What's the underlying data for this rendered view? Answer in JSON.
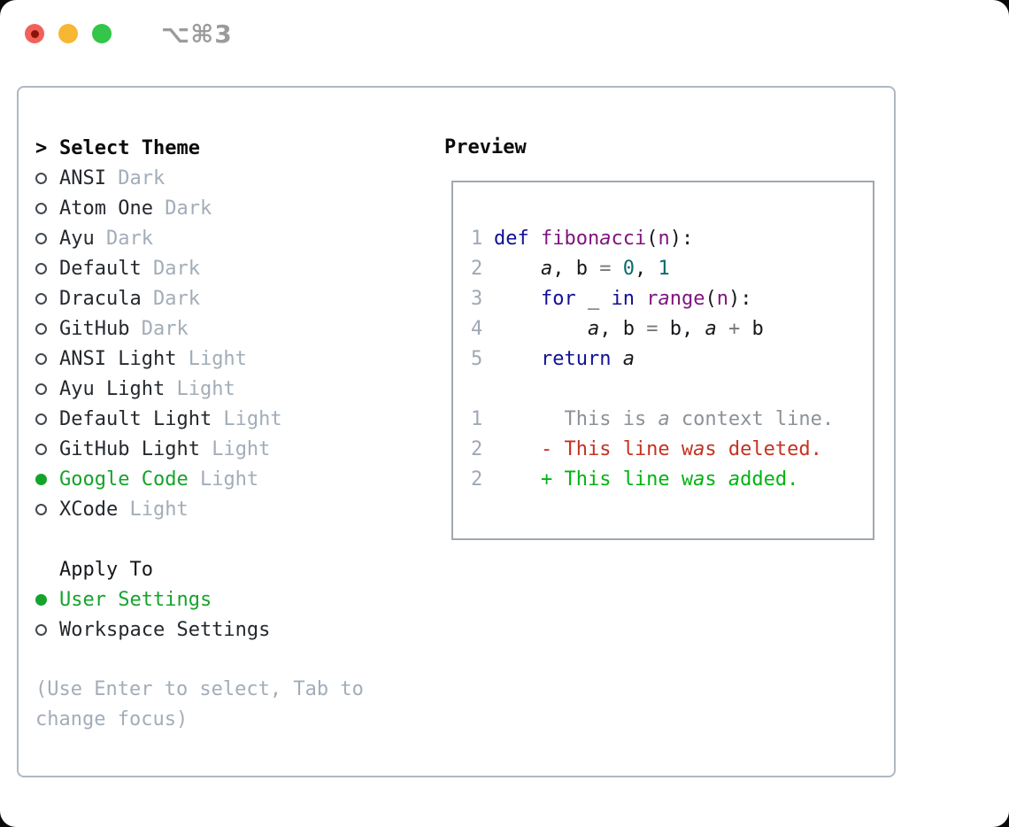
{
  "window": {
    "title": "⌥⌘3",
    "traffic_lights": [
      "close",
      "minimize",
      "zoom"
    ]
  },
  "panel": {
    "select_theme": {
      "cursor": ">",
      "label": "Select Theme"
    },
    "themes": [
      {
        "name": "ANSI",
        "variant": "Dark",
        "selected": false
      },
      {
        "name": "Atom One",
        "variant": "Dark",
        "selected": false
      },
      {
        "name": "Ayu",
        "variant": "Dark",
        "selected": false
      },
      {
        "name": "Default",
        "variant": "Dark",
        "selected": false
      },
      {
        "name": "Dracula",
        "variant": "Dark",
        "selected": false
      },
      {
        "name": "GitHub",
        "variant": "Dark",
        "selected": false
      },
      {
        "name": "ANSI Light",
        "variant": "Light",
        "selected": false
      },
      {
        "name": "Ayu Light",
        "variant": "Light",
        "selected": false
      },
      {
        "name": "Default Light",
        "variant": "Light",
        "selected": false
      },
      {
        "name": "GitHub Light",
        "variant": "Light",
        "selected": false
      },
      {
        "name": "Google Code",
        "variant": "Light",
        "selected": true
      },
      {
        "name": "XCode",
        "variant": "Light",
        "selected": false
      }
    ],
    "apply_to": {
      "label": "Apply To",
      "options": [
        {
          "label": "User Settings",
          "selected": true
        },
        {
          "label": "Workspace Settings",
          "selected": false
        }
      ]
    },
    "hint_lines": [
      "(Use Enter to select, Tab to",
      "change focus)"
    ]
  },
  "preview": {
    "label": "Preview",
    "lines": [
      {
        "num": "1",
        "tokens": [
          [
            "def ",
            "kw"
          ],
          [
            "fibonacci",
            "fn"
          ],
          [
            "(",
            "pln"
          ],
          [
            "n",
            "fn"
          ],
          [
            "):",
            "pln"
          ]
        ]
      },
      {
        "num": "2",
        "tokens": [
          [
            "    a, b ",
            "pln"
          ],
          [
            "= ",
            "op"
          ],
          [
            "0",
            "lit"
          ],
          [
            ", ",
            "pln"
          ],
          [
            "1",
            "lit"
          ]
        ]
      },
      {
        "num": "3",
        "tokens": [
          [
            "    ",
            "pln"
          ],
          [
            "for",
            "kw"
          ],
          [
            " _ ",
            "pln"
          ],
          [
            "in",
            "kw"
          ],
          [
            " ",
            "pln"
          ],
          [
            "range",
            "fn"
          ],
          [
            "(",
            "pln"
          ],
          [
            "n",
            "fn"
          ],
          [
            "):",
            "pln"
          ]
        ]
      },
      {
        "num": "4",
        "tokens": [
          [
            "        a, b ",
            "pln"
          ],
          [
            "= ",
            "op"
          ],
          [
            "b, a ",
            "pln"
          ],
          [
            "+ ",
            "op"
          ],
          [
            "b",
            "pln"
          ]
        ]
      },
      {
        "num": "5",
        "tokens": [
          [
            "    ",
            "pln"
          ],
          [
            "return",
            "kw"
          ],
          [
            " a",
            "pln"
          ]
        ]
      },
      {
        "num": "",
        "tokens": []
      },
      {
        "num": "1",
        "tokens": [
          [
            "      This is a context line.",
            "ctx"
          ]
        ]
      },
      {
        "num": "2",
        "tokens": [
          [
            "    - This line was deleted.",
            "del"
          ]
        ]
      },
      {
        "num": "2",
        "tokens": [
          [
            "    + This line was added.",
            "add"
          ]
        ]
      }
    ]
  },
  "colors": {
    "accent_green": "#16a32c",
    "diff_added": "#00b412",
    "diff_deleted": "#c53220",
    "context_gray": "#8b9299",
    "keyword_blue": "#101095",
    "function_purple": "#801580",
    "literal_teal": "#0a6a6d",
    "operator_gray": "#75797e",
    "muted": "#a2adb9",
    "text": "#24292f",
    "heading": "#0b0b0b",
    "gutter": "#9fa8b4",
    "panel_border": "#b0b9c3",
    "preview_border": "#9fa8b2",
    "titlebar_gray": "#9b9b9b",
    "light_red": "#f1615a",
    "light_red_dot": "#8c1209",
    "light_yellow": "#f7b733",
    "light_green": "#33c64a"
  }
}
